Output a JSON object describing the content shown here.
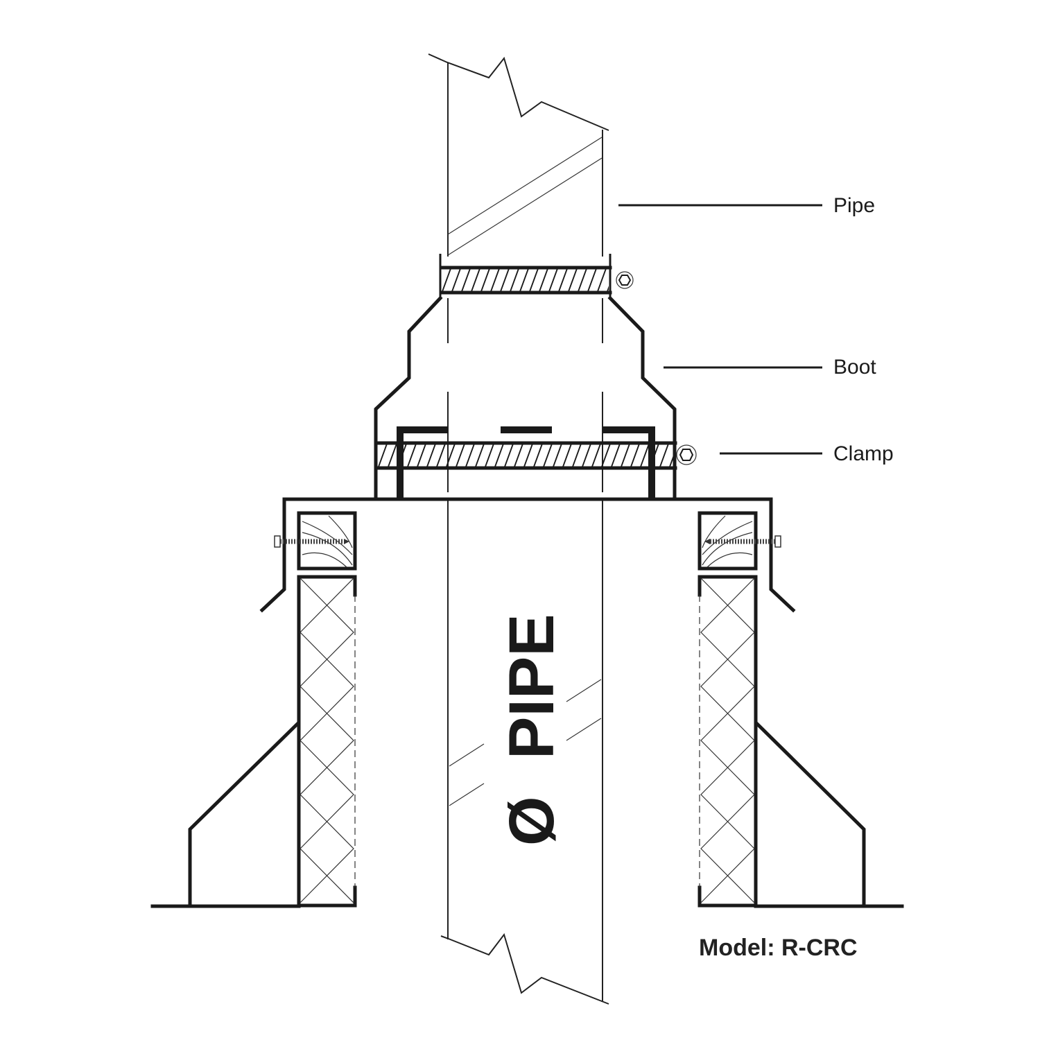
{
  "diagram": {
    "type": "cross-section technical drawing",
    "callouts": [
      {
        "id": "pipe",
        "label": "Pipe"
      },
      {
        "id": "boot",
        "label": "Boot"
      },
      {
        "id": "clamp",
        "label": "Clamp"
      }
    ],
    "pipe_marking": {
      "symbol": "Ø",
      "text": "PIPE"
    },
    "model_label": "Model: R-CRC",
    "colors": {
      "line": "#1a1a1a",
      "background": "#ffffff"
    }
  }
}
